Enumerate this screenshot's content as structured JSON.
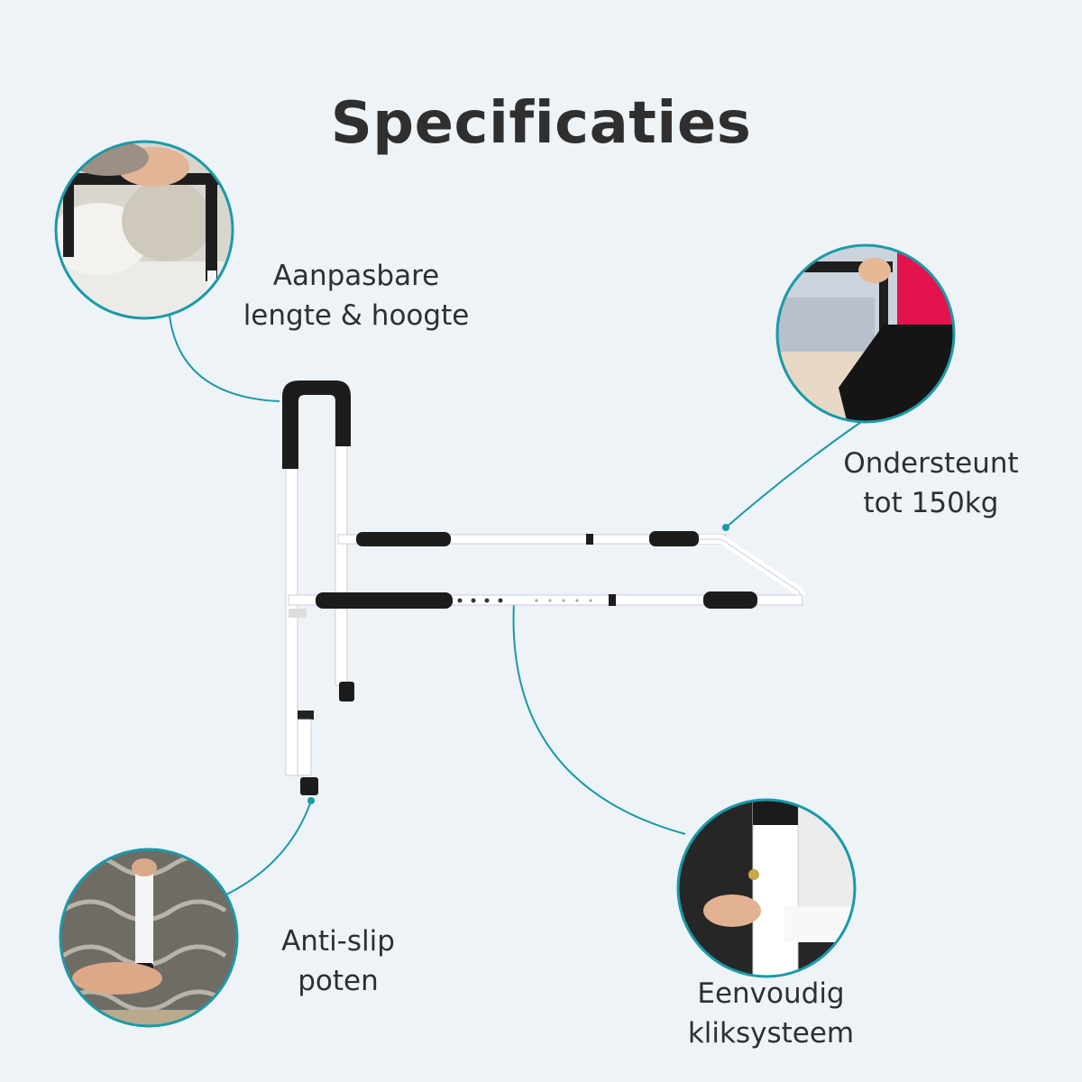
{
  "title": "Specificaties",
  "accent_color": "#1a9aa8",
  "features": [
    {
      "id": "adjust",
      "line1": "Aanpasbare",
      "line2": "lengte & hoogte",
      "photo_icon": "hand-grip-bed-rail-photo"
    },
    {
      "id": "support",
      "line1": "Ondersteunt",
      "line2": "tot 150kg",
      "photo_icon": "person-using-rail-photo"
    },
    {
      "id": "antislip",
      "line1": "Anti-slip",
      "line2": "poten",
      "photo_icon": "rubber-foot-photo"
    },
    {
      "id": "click",
      "line1": "Eenvoudig",
      "line2": "kliksysteem",
      "photo_icon": "push-button-pin-photo"
    }
  ]
}
